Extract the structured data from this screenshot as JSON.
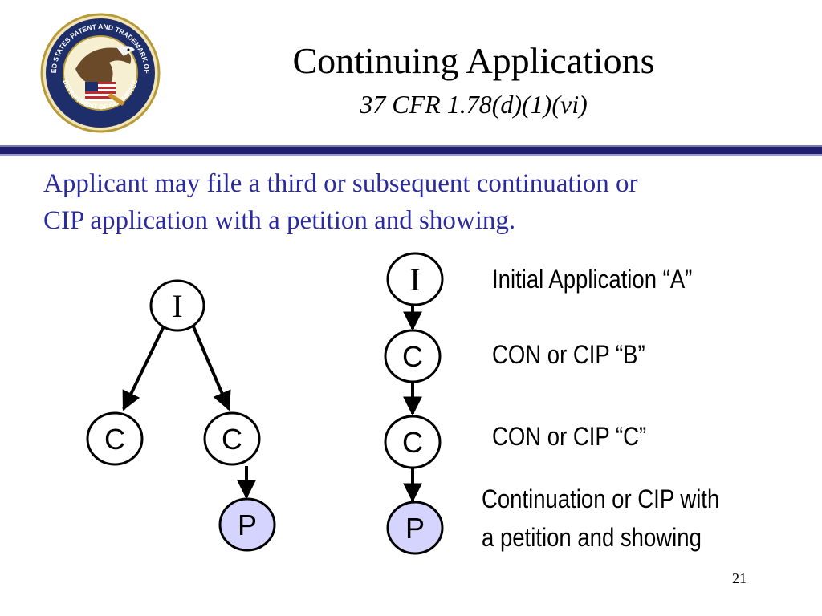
{
  "slide": {
    "title": "Continuing Applications",
    "subtitle": "37 CFR 1.78(d)(1)(vi)",
    "body_line1": "Applicant may file a third or subsequent continuation or",
    "body_line2": "CIP application with a petition and showing.",
    "page_number": "21"
  },
  "seal": {
    "icon": "uspto-seal-icon",
    "text_top": "UNITED STATES PATENT AND TRADEMARK OFFICE",
    "text_bottom": "DEPARTMENT OF COMMERCE"
  },
  "colors": {
    "accent_blue": "#2b2b9e",
    "rule_navy": "#1f1f6e",
    "petition_fill": "#d4d4ff"
  },
  "tree_left": {
    "root": "I",
    "child_a": "C",
    "child_b": "C",
    "petition": "P"
  },
  "chain_right": {
    "nodes": [
      "I",
      "C",
      "C",
      "P"
    ]
  },
  "legend": {
    "initial": "Initial Application “A”",
    "con_b": "CON or CIP “B”",
    "con_c": "CON or CIP “C”",
    "petition_line1": "Continuation or CIP with",
    "petition_line2": "a petition and showing"
  }
}
